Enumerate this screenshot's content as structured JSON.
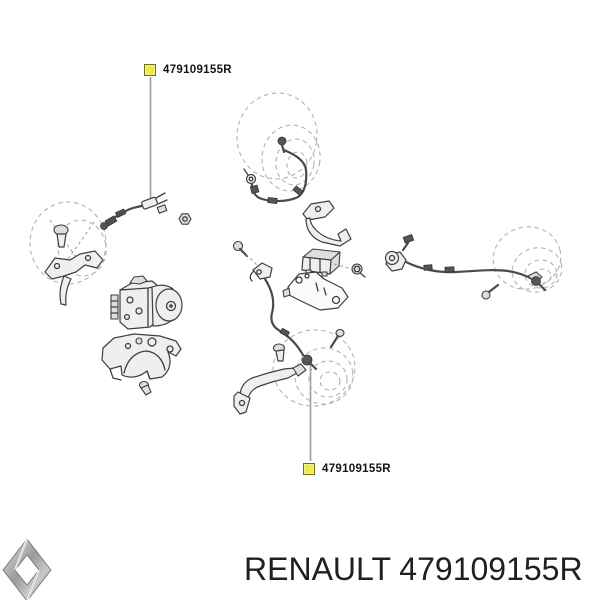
{
  "page": {
    "background_color": "#ffffff"
  },
  "callouts": {
    "marker_color": "#e9ea4e",
    "top": {
      "label": "479109155R"
    },
    "bottom": {
      "label": "479109155R"
    }
  },
  "caption": {
    "brand": "RENAULT",
    "part_number": "479109155R",
    "text": "RENAULT 479109155R"
  },
  "diagram": {
    "line_color": "#3f3f3f",
    "dashed_color": "#b2b2b2",
    "leader_color": "#9b9b9b",
    "parts": [
      "front-wheel-hub-and-knuckle-sketch",
      "wheel-speed-sensor-harness-sketch",
      "abs-hydraulic-unit-sketch",
      "abs-mounting-bracket-sketch",
      "front-wheel-sketch",
      "ecu-bracket-sketch",
      "ecu-module-sketch",
      "ecu-mounting-plate-sketch",
      "center-sensor-cable-sketch",
      "rear-wheel-sketch",
      "rear-wheel-sensor-cable-sketch"
    ]
  }
}
